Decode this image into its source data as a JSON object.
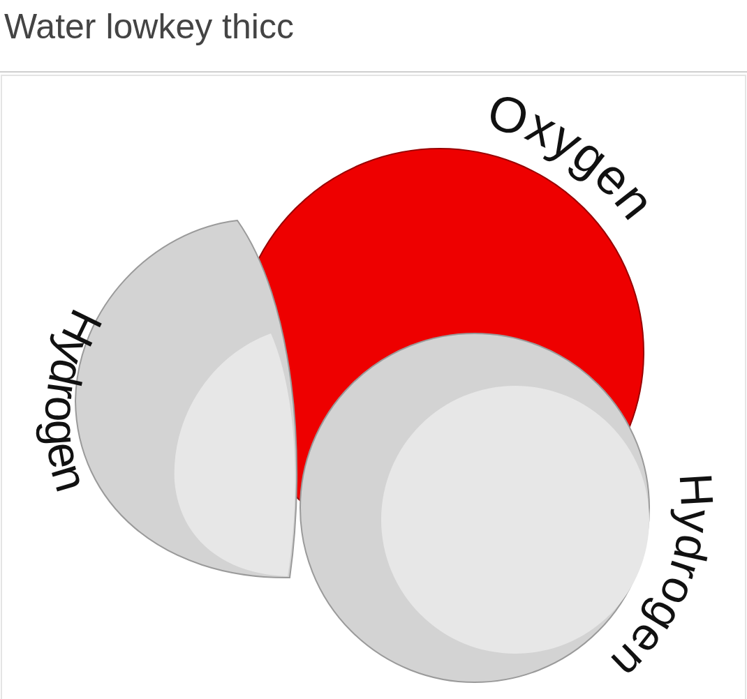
{
  "diagram": {
    "title": "Water lowkey thicc",
    "labels": [
      "Oxygen",
      "Hydrogen",
      "Hydrogen"
    ]
  }
}
